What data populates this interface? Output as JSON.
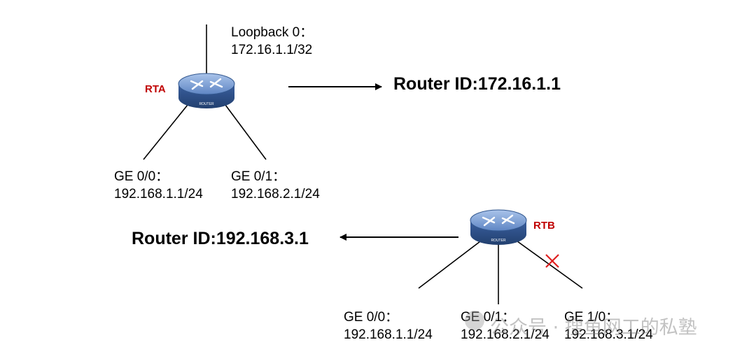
{
  "routers": {
    "rta": {
      "name": "RTA",
      "icon_label": "ROUTER"
    },
    "rtb": {
      "name": "RTB",
      "icon_label": "ROUTER"
    }
  },
  "rta_interfaces": {
    "loopback": {
      "name": "Loopback 0：",
      "address": "172.16.1.1/32"
    },
    "ge00": {
      "name": "GE 0/0：",
      "address": "192.168.1.1/24"
    },
    "ge01": {
      "name": "GE 0/1：",
      "address": "192.168.2.1/24"
    }
  },
  "rtb_interfaces": {
    "ge00": {
      "name": "GE 0/0：",
      "address": "192.168.1.1/24"
    },
    "ge01": {
      "name": "GE 0/1：",
      "address": "192.168.2.1/24"
    },
    "ge10": {
      "name": "GE 1/0：",
      "address": "192.168.3.1/24"
    }
  },
  "router_ids": {
    "rta": "Router ID:172.16.1.1",
    "rtb": "Router ID:192.168.3.1"
  },
  "watermark": "公众号 · 搜鱼网工的私塾",
  "colors": {
    "router_body": "#3f66a8",
    "router_top": "#7fa3d8",
    "router_name": "#c00000",
    "down_mark": "#e02020"
  }
}
